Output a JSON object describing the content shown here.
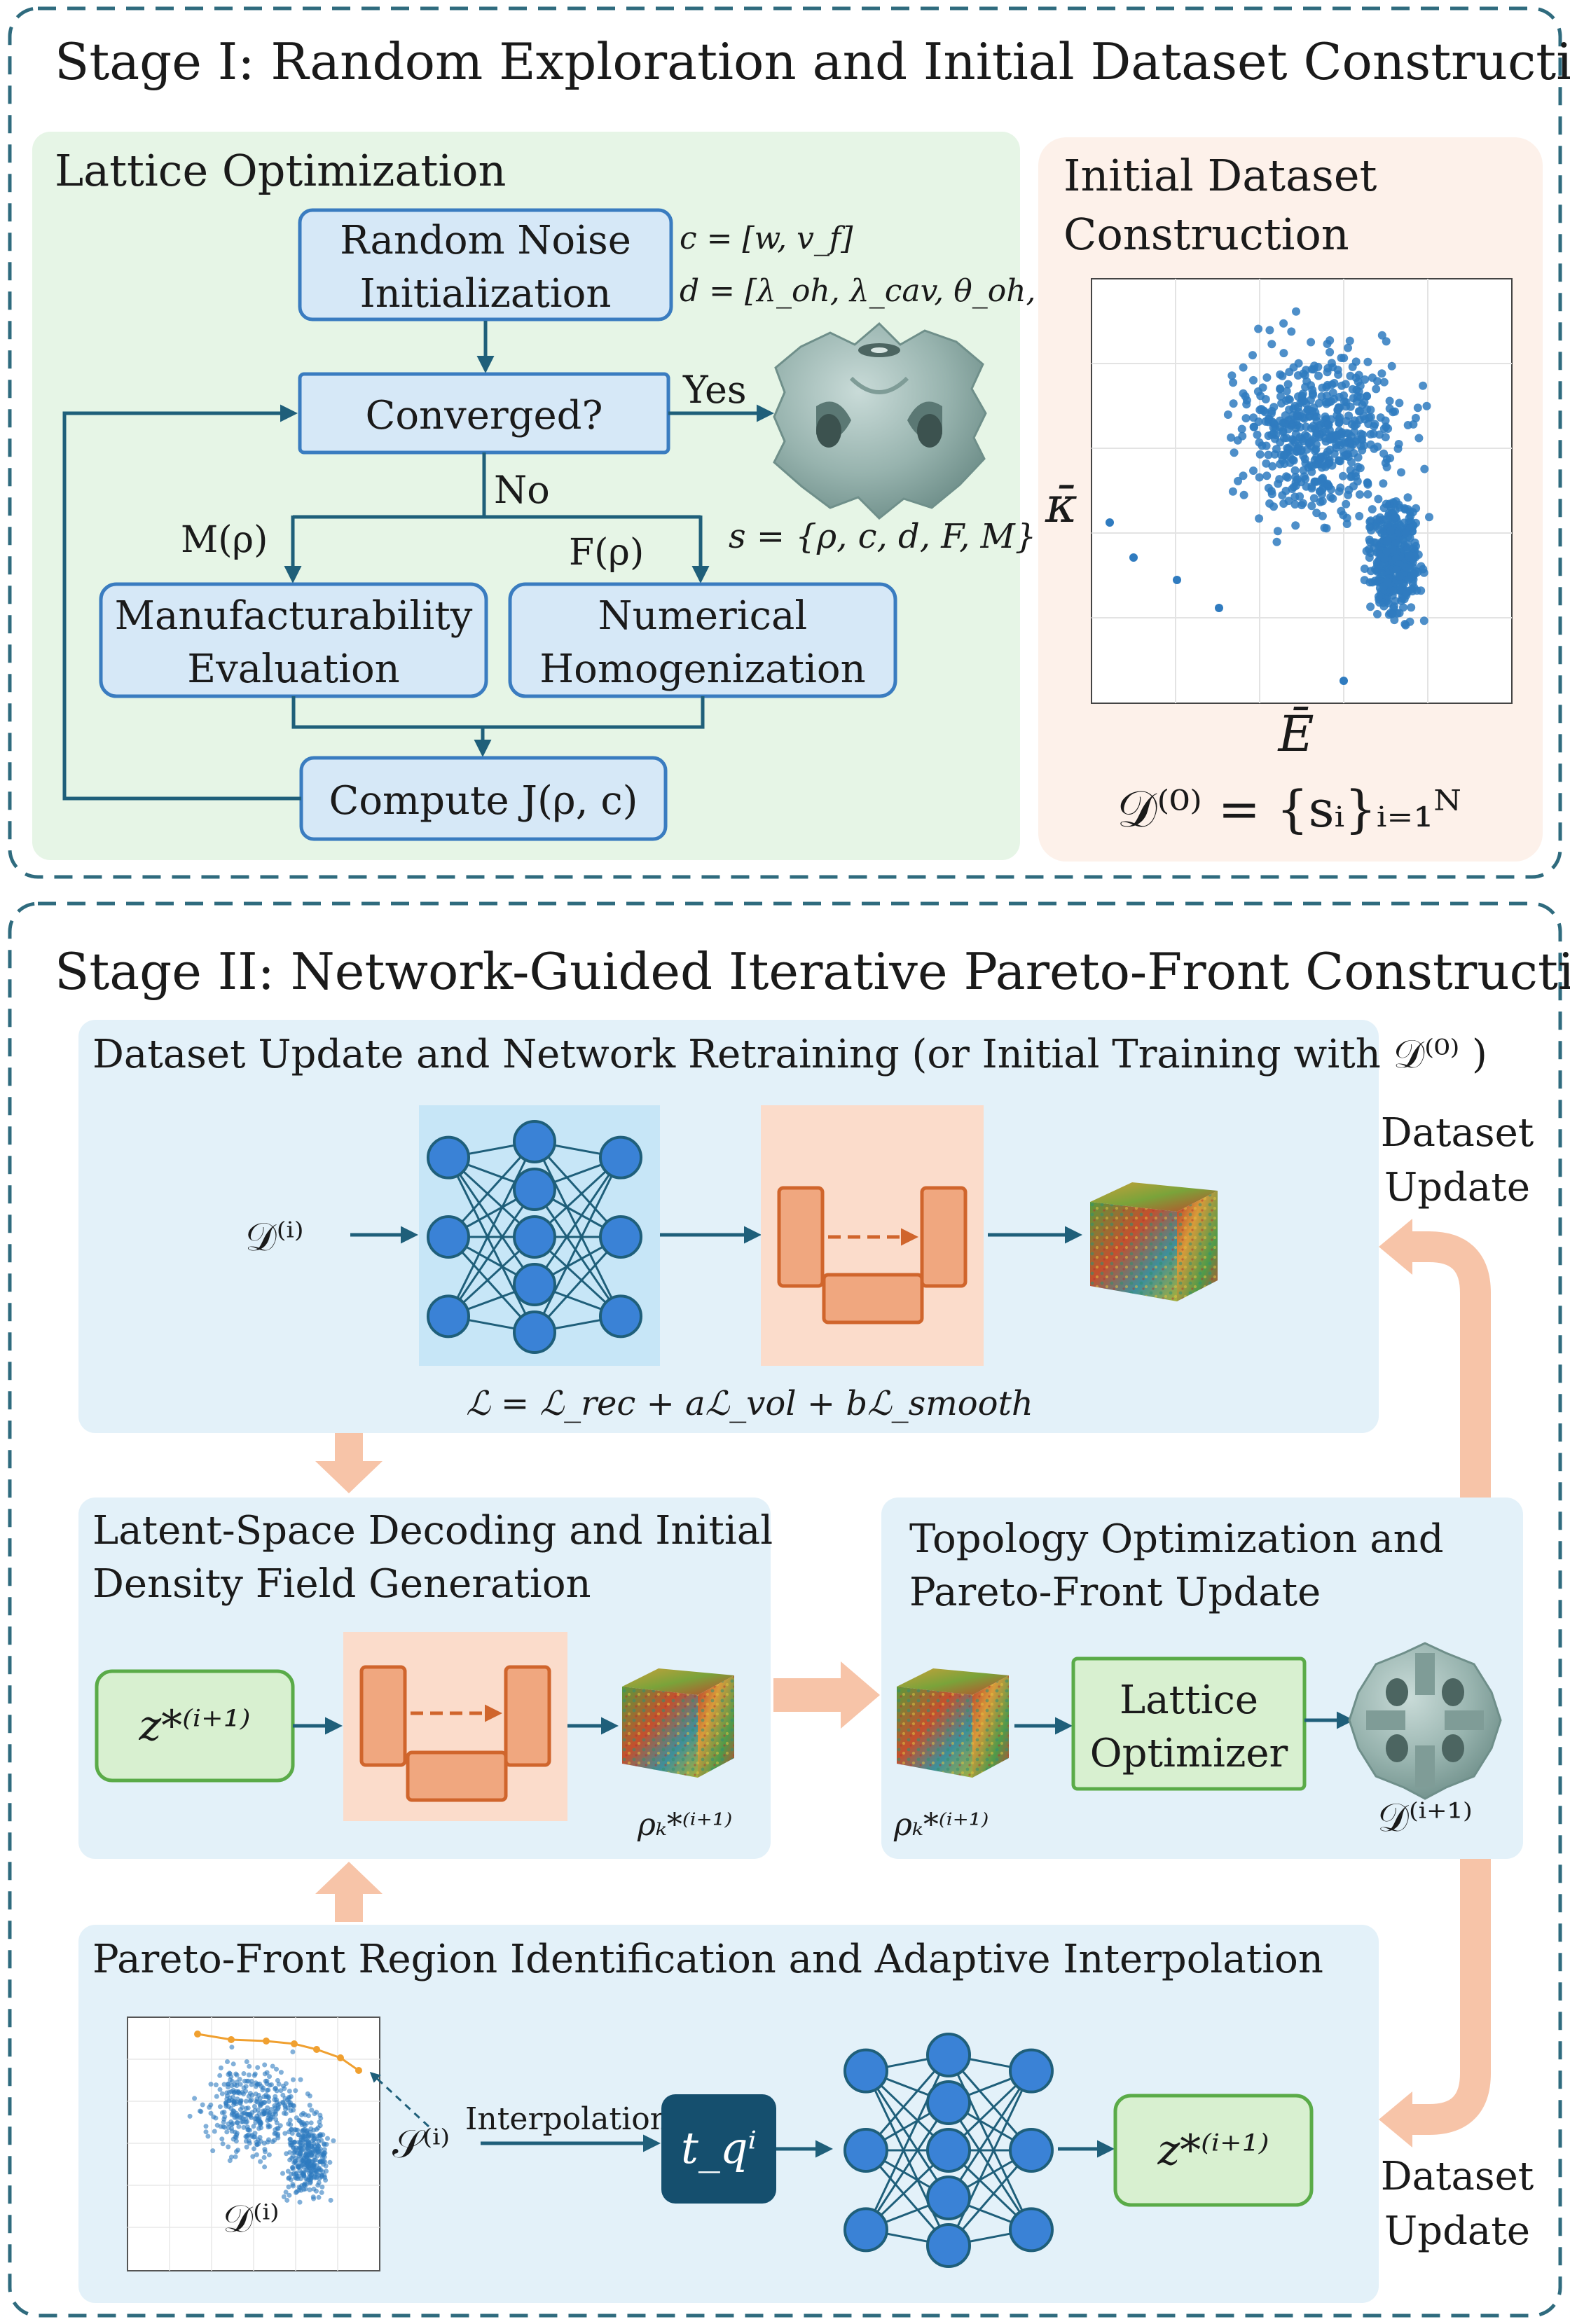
{
  "stage1": {
    "title": "Stage I: Random Exploration and Initial Dataset Construction",
    "lattice": {
      "title": "Lattice Optimization",
      "init_line1": "Random Noise",
      "init_line2": "Initialization",
      "params_c": "c = [w, v_f]",
      "params_d": "d = [λ_oh, λ_cav, θ_oh, r_ch]",
      "converged": "Converged?",
      "yes": "Yes",
      "no": "No",
      "m_label": "M(ρ)",
      "f_label": "F(ρ)",
      "s_label": "s = {ρ, c, d, F, M}",
      "manuf_line1": "Manufacturability",
      "manuf_line2": "Evaluation",
      "homog_line1": "Numerical",
      "homog_line2": "Homogenization",
      "compute": "Compute J(ρ, c)"
    },
    "dataset": {
      "title_line1": "Initial Dataset",
      "title_line2": "Construction",
      "y_label": "κ̄",
      "x_label": "Ē",
      "formula": "𝒟⁽⁰⁾ = {sᵢ}ᵢ₌₁ᴺ"
    }
  },
  "stage2": {
    "title": "Stage II: Network-Guided Iterative Pareto-Front Construction",
    "retrain": {
      "title": "Dataset Update and Network Retraining (or Initial Training with 𝒟⁽⁰⁾ )",
      "input_label": "𝒟⁽ⁱ⁾",
      "loss": "ℒ = ℒ_rec + aℒ_vol + bℒ_smooth"
    },
    "update_top_line1": "Dataset",
    "update_top_line2": "Update",
    "decode": {
      "title_line1": "Latent-Space Decoding and Initial",
      "title_line2": "Density Field Generation",
      "z_label": "z*⁽ⁱ⁺¹⁾",
      "rho_label": "ρₖ*⁽ⁱ⁺¹⁾"
    },
    "topo": {
      "title_line1": "Topology Optimization and",
      "title_line2": "Pareto-Front Update",
      "rho_label": "ρₖ*⁽ⁱ⁺¹⁾",
      "optimizer_line1": "Lattice",
      "optimizer_line2": "Optimizer",
      "output_label": "𝒟⁽ⁱ⁺¹⁾"
    },
    "pareto": {
      "title": "Pareto-Front Region Identification and Adaptive Interpolation",
      "d_label": "𝒟⁽ⁱ⁾",
      "s_label": "𝒮⁽ⁱ⁾",
      "interp": "Interpolation",
      "t_label": "t_qⁱ",
      "z_label": "z*⁽ⁱ⁺¹⁾"
    },
    "update_bottom_line1": "Dataset",
    "update_bottom_line2": "Update"
  },
  "colors": {
    "border_dash": "#2f6b7e",
    "green_panel": "#e6f5e6",
    "peach_panel": "#fdf1ea",
    "blue_panel": "#e3f1f9",
    "box_fill": "#d6e8f7",
    "box_stroke": "#3a7cc0",
    "arrow": "#1f5f7a",
    "node": "#3a82d6",
    "net_bg": "#c7e6f7",
    "unet_bg": "#fbdccb",
    "unet_block": "#f0a77f",
    "unet_stroke": "#d0652c",
    "green_box": "#d8f0d0",
    "green_stroke": "#5aab48",
    "t_box": "#154f6e",
    "big_arrow": "#f7c4a8",
    "scatter": "#2f7bbf",
    "pareto_line": "#f0a030"
  },
  "icons": [
    "lattice-cell-icon",
    "density-cube-icon",
    "neural-network-icon",
    "unet-icon",
    "scatter-plot-icon"
  ]
}
